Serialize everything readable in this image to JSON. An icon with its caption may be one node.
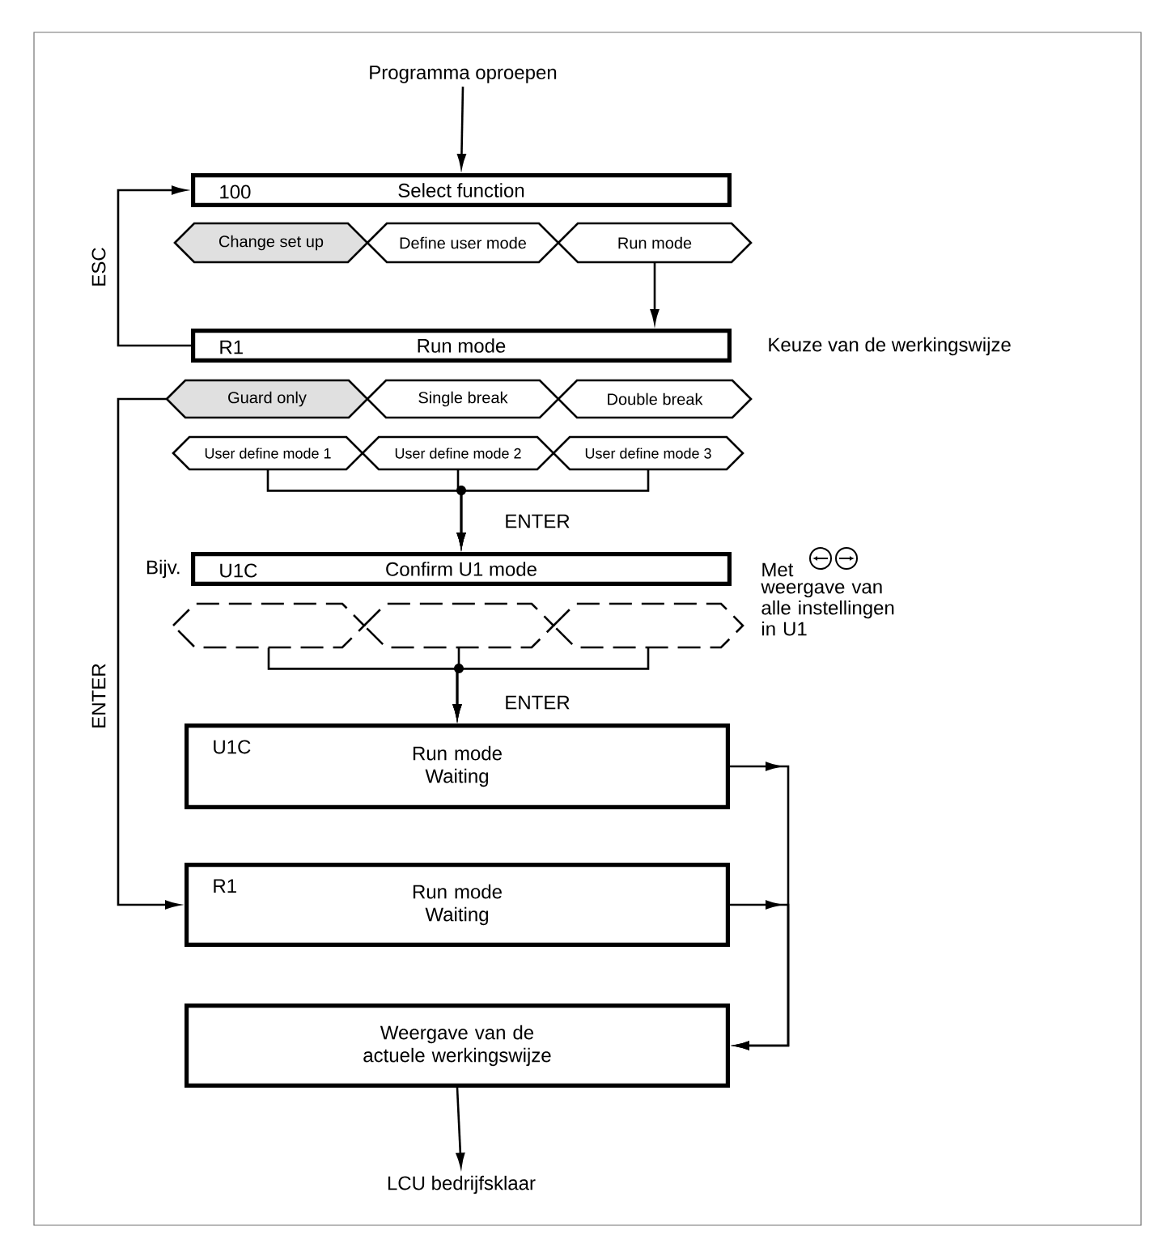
{
  "diagram": {
    "nodes": [
      {
        "text": [
          "Programma oproepen"
        ]
      },
      {
        "text": [
          "100",
          "Select function"
        ]
      },
      {
        "text": [
          "Change set up"
        ]
      },
      {
        "text": [
          "Define user mode"
        ]
      },
      {
        "text": [
          "Run mode"
        ]
      },
      {
        "text": [
          "R1",
          "Run mode"
        ],
        "beside": [
          "Keuze van de werkingswijze"
        ]
      },
      {
        "text": [
          "Guard only"
        ]
      },
      {
        "text": [
          "Single break"
        ]
      },
      {
        "text": [
          "Double break"
        ]
      },
      {
        "text": [
          "User define mode 1"
        ]
      },
      {
        "text": [
          "User define mode 2"
        ]
      },
      {
        "text": [
          "User define mode 3"
        ]
      },
      {
        "text": [
          "U1C",
          "Confirm U1 mode"
        ],
        "beside": [
          "Bijv."
        ]
      },
      {
        "text": [],
        "shape": "hexagon"
      },
      {
        "text": [],
        "shape": "hexagon"
      },
      {
        "text": [],
        "shape": "hexagon"
      },
      {
        "text": [
          "U1C",
          "Run mode Waiting"
        ]
      },
      {
        "text": [
          "R1",
          "Run mode Waiting"
        ]
      },
      {
        "text": [
          "Weergave van de actuele werkingswijze"
        ]
      },
      {
        "text": [
          "LCU bedrijfsklaar"
        ]
      }
    ],
    "edges": [
      {
        "from": 0,
        "to": 1,
        "arrow": "to"
      },
      {
        "from": 5,
        "to": 1,
        "arrow": "to",
        "label": "ESC"
      },
      {
        "from": 4,
        "to": 5,
        "arrow": "to"
      },
      {
        "from": 9,
        "to": 12,
        "arrow": "to"
      },
      {
        "from": 10,
        "to": 12,
        "arrow": "to",
        "label": "ENTER"
      },
      {
        "from": 11,
        "to": 12,
        "arrow": "to"
      },
      {
        "from": 13,
        "to": 16,
        "arrow": "to"
      },
      {
        "from": 14,
        "to": 16,
        "arrow": "to",
        "label": "ENTER"
      },
      {
        "from": 15,
        "to": 16,
        "arrow": "to"
      },
      {
        "from": 6,
        "to": 17,
        "arrow": "to",
        "label": "ENTER"
      },
      {
        "from": 16,
        "to": 18,
        "arrow": "to"
      },
      {
        "from": 17,
        "to": 18,
        "arrow": "to"
      },
      {
        "from": 18,
        "to": 19,
        "arrow": "to"
      }
    ],
    "labels": [
      "Met",
      "weergave van alle instellingen in U1"
    ]
  }
}
